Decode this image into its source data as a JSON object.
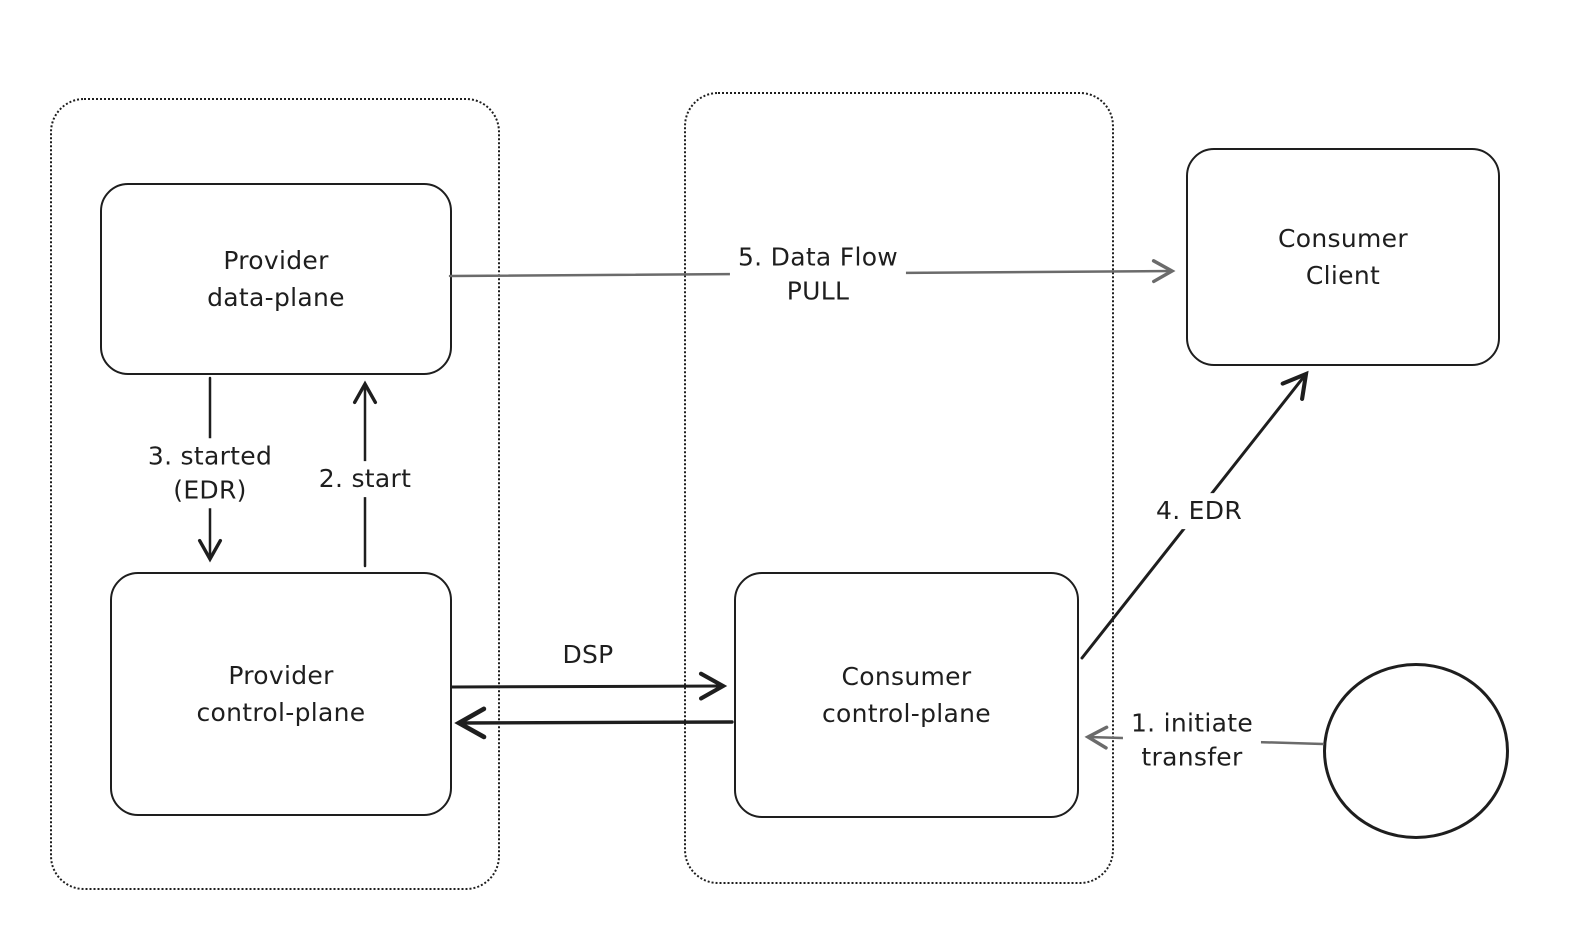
{
  "diagram": {
    "colors": {
      "stroke": "#1e1e1e",
      "muted_arrow": "#6b6b6b",
      "background": "#ffffff"
    },
    "nodes": {
      "provider_data_plane": {
        "label": "Provider\ndata-plane"
      },
      "provider_control_plane": {
        "label": "Provider\ncontrol-plane"
      },
      "consumer_control_plane": {
        "label": "Consumer\ncontrol-plane"
      },
      "consumer_client": {
        "label": "Consumer\nClient"
      }
    },
    "edges": {
      "initiate_transfer": {
        "label": "1. initiate\ntransfer"
      },
      "start": {
        "label": "2. start"
      },
      "started_edr": {
        "label": "3. started\n(EDR)"
      },
      "edr": {
        "label": "4. EDR"
      },
      "data_flow": {
        "label": "5. Data Flow\nPULL"
      },
      "dsp": {
        "label": "DSP"
      }
    }
  }
}
